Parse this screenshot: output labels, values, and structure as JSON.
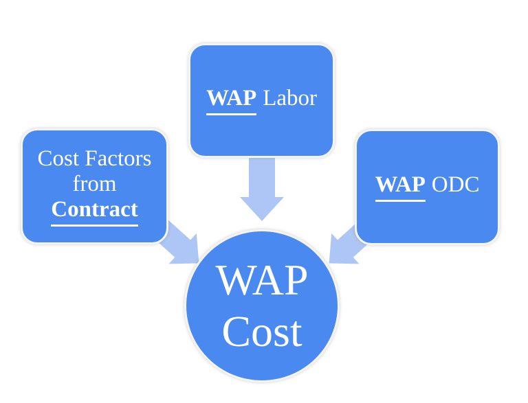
{
  "colors": {
    "shape_fill": "#4a89f0",
    "arrow_fill": "#aec6f5",
    "text": "#ffffff",
    "background": "#ffffff",
    "shape_outline": "#f4f4f4"
  },
  "diagram": {
    "cost_factors_box": {
      "line1": "Cost Factors",
      "line2": "from",
      "emphasis": "Contract"
    },
    "wap_labor_box": {
      "emphasis": "WAP",
      "rest": "Labor"
    },
    "wap_odc_box": {
      "emphasis": "WAP",
      "rest": "ODC"
    },
    "wap_cost_circle": {
      "line1": "WAP",
      "line2": "Cost"
    }
  }
}
